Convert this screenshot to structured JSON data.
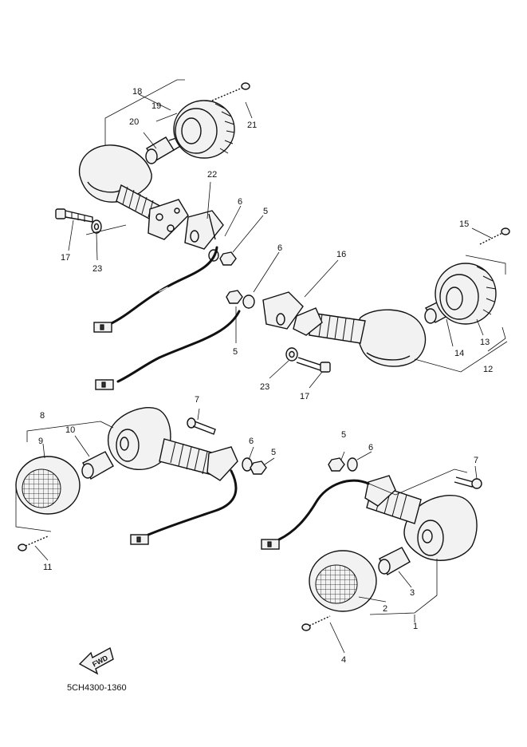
{
  "labels": {
    "l1": "1",
    "l2": "2",
    "l3": "3",
    "l4": "4",
    "l5a": "5",
    "l5b": "5",
    "l5c": "5",
    "l5d": "5",
    "l6a": "6",
    "l6b": "6",
    "l6c": "6",
    "l6d": "6",
    "l7a": "7",
    "l7b": "7",
    "l8": "8",
    "l9": "9",
    "l10": "10",
    "l11": "11",
    "l12": "12",
    "l13": "13",
    "l14": "14",
    "l15": "15",
    "l16": "16",
    "l17a": "17",
    "l17b": "17",
    "l18": "18",
    "l19": "19",
    "l20": "20",
    "l21": "21",
    "l22": "22",
    "l23a": "23",
    "l23b": "23"
  },
  "fwd_label": "FWD",
  "doc_code": "5CH4300-1360"
}
